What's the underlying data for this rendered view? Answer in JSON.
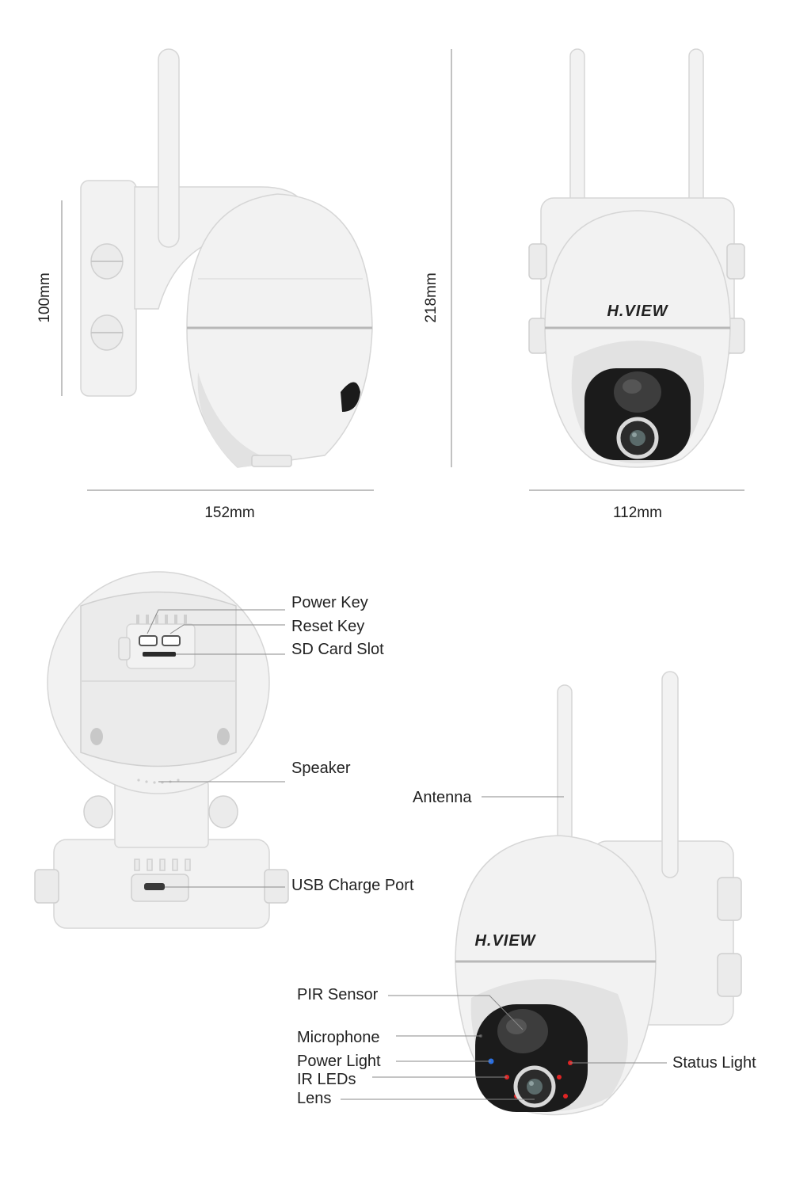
{
  "dimensions": {
    "side_height": "100mm",
    "side_width": "152mm",
    "front_height": "218mm",
    "front_width": "112mm"
  },
  "brand": {
    "logo_text": "H.VIEW"
  },
  "back_view_labels": {
    "power_key": "Power Key",
    "reset_key": "Reset Key",
    "sd_card_slot": "SD Card Slot",
    "speaker": "Speaker",
    "usb_charge_port": "USB Charge Port"
  },
  "front_view_labels": {
    "antenna": "Antenna",
    "pir_sensor": "PIR Sensor",
    "microphone": "Microphone",
    "power_light": "Power Light",
    "ir_leds": "IR LEDs",
    "lens": "Lens",
    "status_light": "Status Light"
  },
  "colors": {
    "power_light": "#2b6fe0",
    "ir_led": "#e02424",
    "status_light": "#e02424",
    "camera_body": "#f2f2f2",
    "lens_bezel": "#1b1b1b"
  }
}
